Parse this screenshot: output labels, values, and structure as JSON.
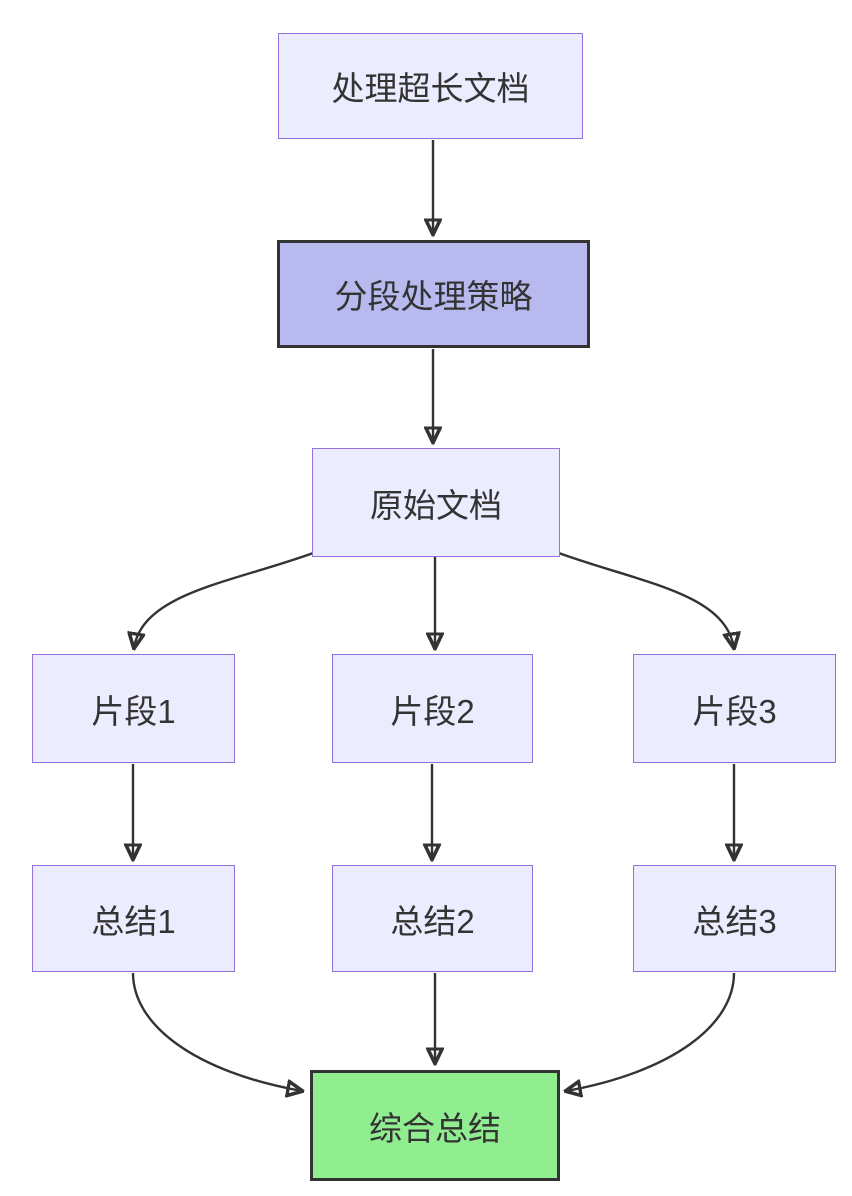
{
  "diagram": {
    "type": "flowchart",
    "direction": "top-down",
    "nodes": {
      "start": {
        "label": "处理超长文档"
      },
      "strategy": {
        "label": "分段处理策略"
      },
      "doc": {
        "label": "原始文档"
      },
      "frag1": {
        "label": "片段1"
      },
      "frag2": {
        "label": "片段2"
      },
      "frag3": {
        "label": "片段3"
      },
      "sum1": {
        "label": "总结1"
      },
      "sum2": {
        "label": "总结2"
      },
      "sum3": {
        "label": "总结3"
      },
      "final": {
        "label": "综合总结"
      }
    },
    "edges": [
      {
        "from": "处理超长文档",
        "to": "分段处理策略"
      },
      {
        "from": "分段处理策略",
        "to": "原始文档"
      },
      {
        "from": "原始文档",
        "to": "片段1"
      },
      {
        "from": "原始文档",
        "to": "片段2"
      },
      {
        "from": "原始文档",
        "to": "片段3"
      },
      {
        "from": "片段1",
        "to": "总结1"
      },
      {
        "from": "片段2",
        "to": "总结2"
      },
      {
        "from": "片段3",
        "to": "总结3"
      },
      {
        "from": "总结1",
        "to": "综合总结"
      },
      {
        "from": "总结2",
        "to": "综合总结"
      },
      {
        "from": "总结3",
        "to": "综合总结"
      }
    ],
    "colors": {
      "node_fill": "#ECECFF",
      "node_border": "#9370DB",
      "strategy_fill": "#B8B9EE",
      "strategy_border": "#333333",
      "final_fill": "#90EE90",
      "final_border": "#333333",
      "edge_stroke": "#333333",
      "text": "#333333",
      "background": "#FFFFFF"
    }
  }
}
